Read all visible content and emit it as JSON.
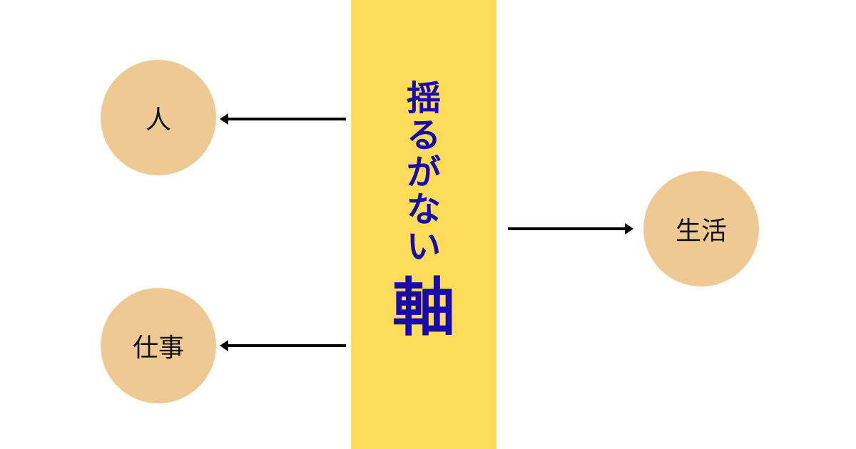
{
  "center": {
    "chars": [
      "揺",
      "る",
      "が",
      "な",
      "い"
    ],
    "main": "軸"
  },
  "nodes": {
    "person": "人",
    "work": "仕事",
    "life": "生活"
  },
  "colors": {
    "band": "#fddc5c",
    "text": "#1a0aaa",
    "circle": "#efc993"
  }
}
